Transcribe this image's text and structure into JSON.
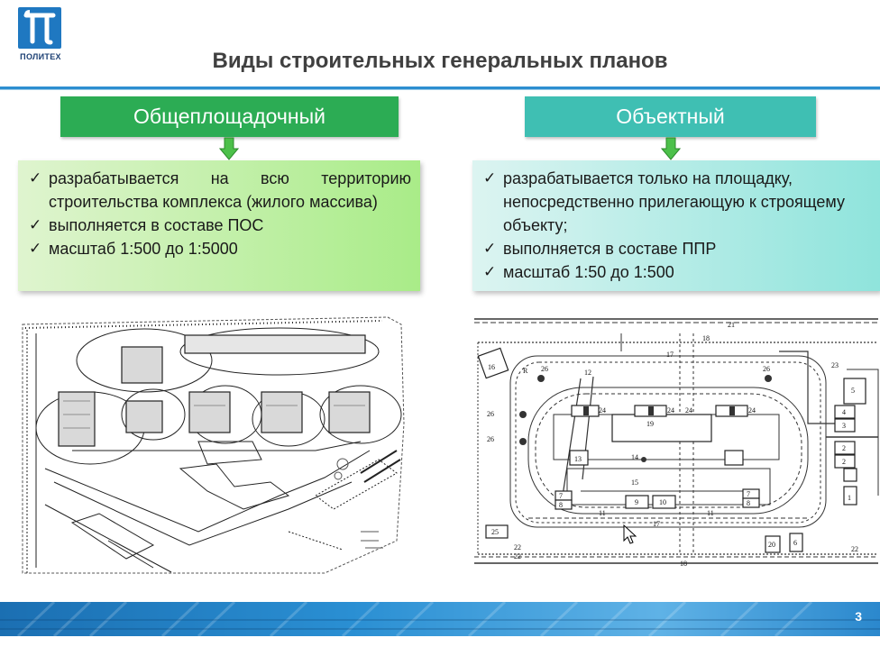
{
  "logo": {
    "label": "ПОЛИТЕХ"
  },
  "slide": {
    "title": "Виды строительных генеральных планов",
    "page_number": "3"
  },
  "left": {
    "header": "Общеплощадочный",
    "items": [
      "разрабатывается на всю территорию строительства комплекса (жилого массива)",
      "выполняется в составе ПОС",
      "масштаб 1:500 до 1:5000"
    ]
  },
  "right": {
    "header": "Объектный",
    "items": [
      "разрабатывается только на площадку, непосредственно прилегающую к строящему объекту;",
      "выполняется в составе ППР",
      "масштаб 1:50 до 1:500"
    ]
  },
  "drawing_labels": {
    "buildings": [
      "19",
      "13",
      "15",
      "9",
      "10",
      "24",
      "24",
      "24",
      "24",
      "7",
      "8",
      "7",
      "8"
    ],
    "roads": [
      "11",
      "11",
      "17",
      "17",
      "18",
      "18",
      "21"
    ],
    "other": [
      "16",
      "26",
      "26",
      "26",
      "26",
      "12",
      "R",
      "5",
      "4",
      "3",
      "2",
      "2",
      "1",
      "23",
      "25",
      "22",
      "22",
      "20",
      "6",
      "14",
      "22"
    ]
  },
  "icons": {
    "logo": "pi-logo-icon",
    "check": "checkmark-icon",
    "arrow": "arrow-down-icon",
    "cursor": "mouse-cursor-icon"
  },
  "colors": {
    "left_header": "#2cac54",
    "right_header": "#3fbfb3",
    "rule": "#2d8ed0",
    "footer": "#1b6fb2"
  }
}
